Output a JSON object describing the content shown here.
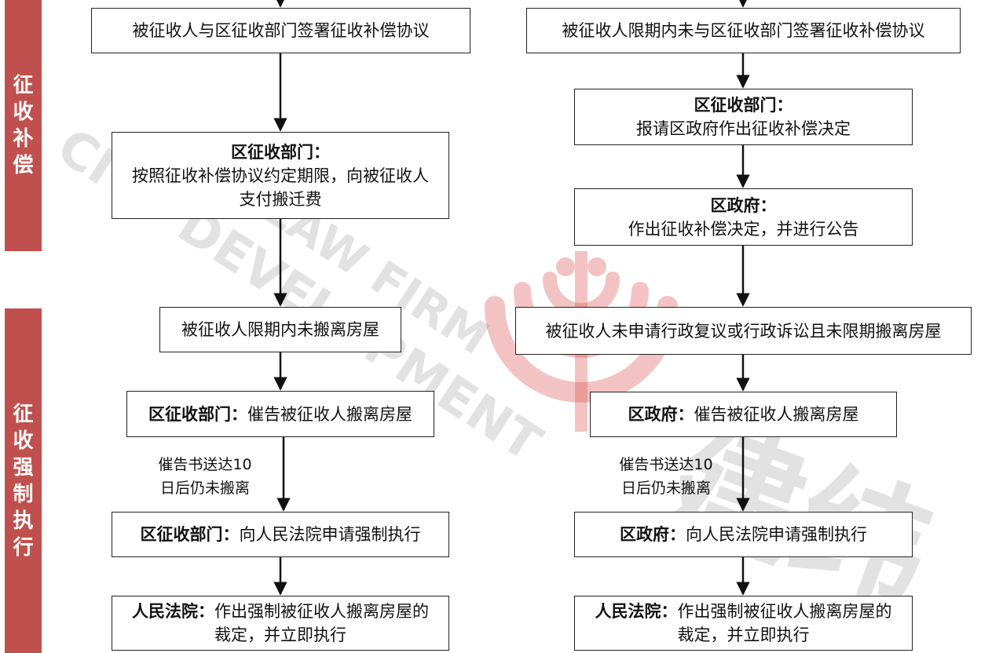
{
  "side_labels": {
    "compensation": "征收补偿",
    "enforcement": "征收强制执行"
  },
  "left": {
    "b1": "被征收人与区征收部门签署征收补偿协议",
    "b2_title": "区征收部门：",
    "b2_text": "按照征收补偿协议约定期限，向被征收人支付搬迁费",
    "b3": "被征收人限期内未搬离房屋",
    "b4_title": "区征收部门：",
    "b4_text": "催告被征收人搬离房屋",
    "note_line1": "催告书送达10",
    "note_line2": "日后仍未搬离",
    "b5_title": "区征收部门：",
    "b5_text": "向人民法院申请强制执行",
    "b6_title": "人民法院：",
    "b6_text": "作出强制被征收人搬离房屋的裁定，并立即执行"
  },
  "right": {
    "b1": "被征收人限期内未与区征收部门签署征收补偿协议",
    "b2_title": "区征收部门：",
    "b2_text": "报请区政府作出征收补偿决定",
    "b3_title": "区政府：",
    "b3_text": "作出征收补偿决定，并进行公告",
    "b4": "被征收人未申请行政复议或行政诉讼且未限期搬离房屋",
    "b5_title": "区政府：",
    "b5_text": "催告被征收人搬离房屋",
    "note_line1": "催告书送达10",
    "note_line2": "日后仍未搬离",
    "b6_title": "区政府：",
    "b6_text": "向人民法院申请强制执行",
    "b7_title": "人民法院：",
    "b7_text": "作出强制被征收人搬离房屋的裁定，并立即执行"
  },
  "watermark": {
    "line1": "CITY DEVELOPMENT",
    "line2": "LAW FIRM",
    "cn": "建纬"
  },
  "colors": {
    "side_bg": "#c0504d",
    "logo_red": "#d9534f"
  }
}
